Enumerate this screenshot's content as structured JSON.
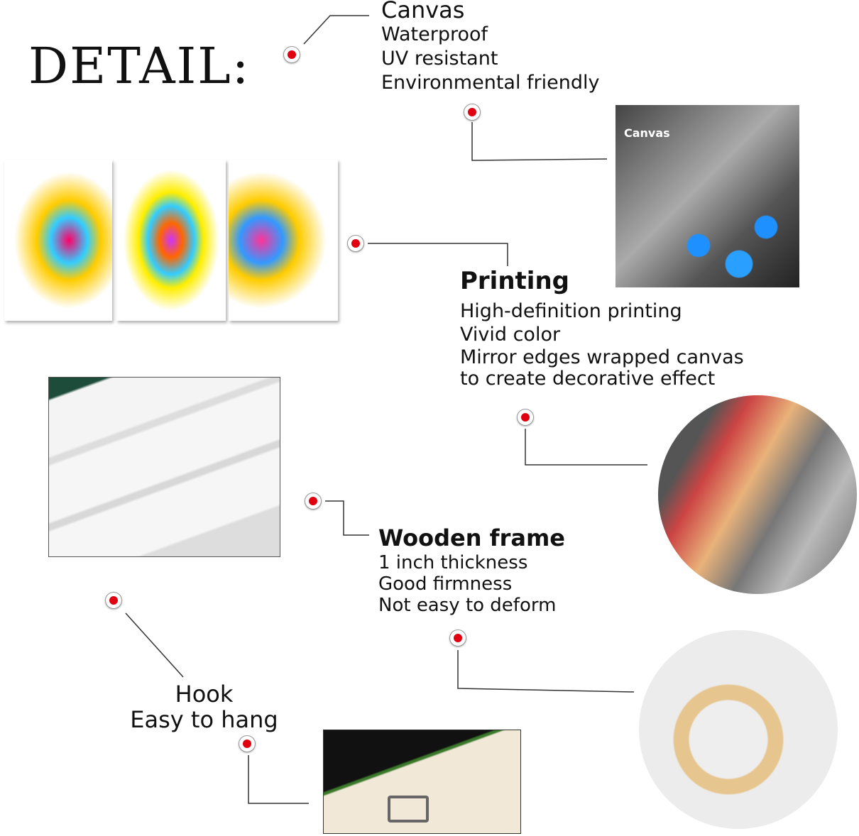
{
  "title": "DETAIL:",
  "canvas": {
    "heading": "Canvas",
    "lines": [
      "Waterproof",
      "UV resistant",
      "Environmental friendly"
    ],
    "photo_label": "Canvas"
  },
  "printing": {
    "heading": "Printing",
    "lines": [
      "High-definition printing",
      "Vivid color",
      "Mirror edges wrapped canvas",
      "to create decorative effect"
    ]
  },
  "frame": {
    "heading": "Wooden frame",
    "lines": [
      "1 inch thickness",
      "Good firmness",
      "Not easy to deform"
    ]
  },
  "hook": {
    "heading": "Hook",
    "lines": [
      "Easy to hang"
    ]
  },
  "colors": {
    "marker": "#e00010"
  }
}
